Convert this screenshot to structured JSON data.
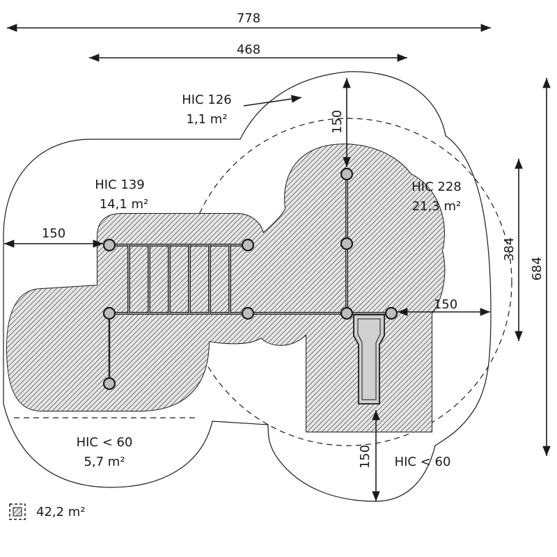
{
  "dimensions": {
    "total_width": "778",
    "equipment_width": "468",
    "total_depth": "684",
    "equipment_depth": "384",
    "clearance_left": "150",
    "clearance_right": "150",
    "clearance_top": "150",
    "clearance_bottom": "150"
  },
  "zones": [
    {
      "hic": "HIC 126",
      "area": "1,1 m²"
    },
    {
      "hic": "HIC 139",
      "area": "14,1 m²"
    },
    {
      "hic": "HIC 228",
      "area": "21,3 m²"
    },
    {
      "hic": "HIC < 60",
      "area": "5,7 m²"
    },
    {
      "hic": "HIC < 60"
    }
  ],
  "legend": {
    "icon": "hatched-impact-area-icon",
    "total_area": "42,2 m²"
  },
  "colors": {
    "line": "#1a1a1a",
    "hatch": "#555555",
    "post_fill": "#bdbdbd"
  }
}
